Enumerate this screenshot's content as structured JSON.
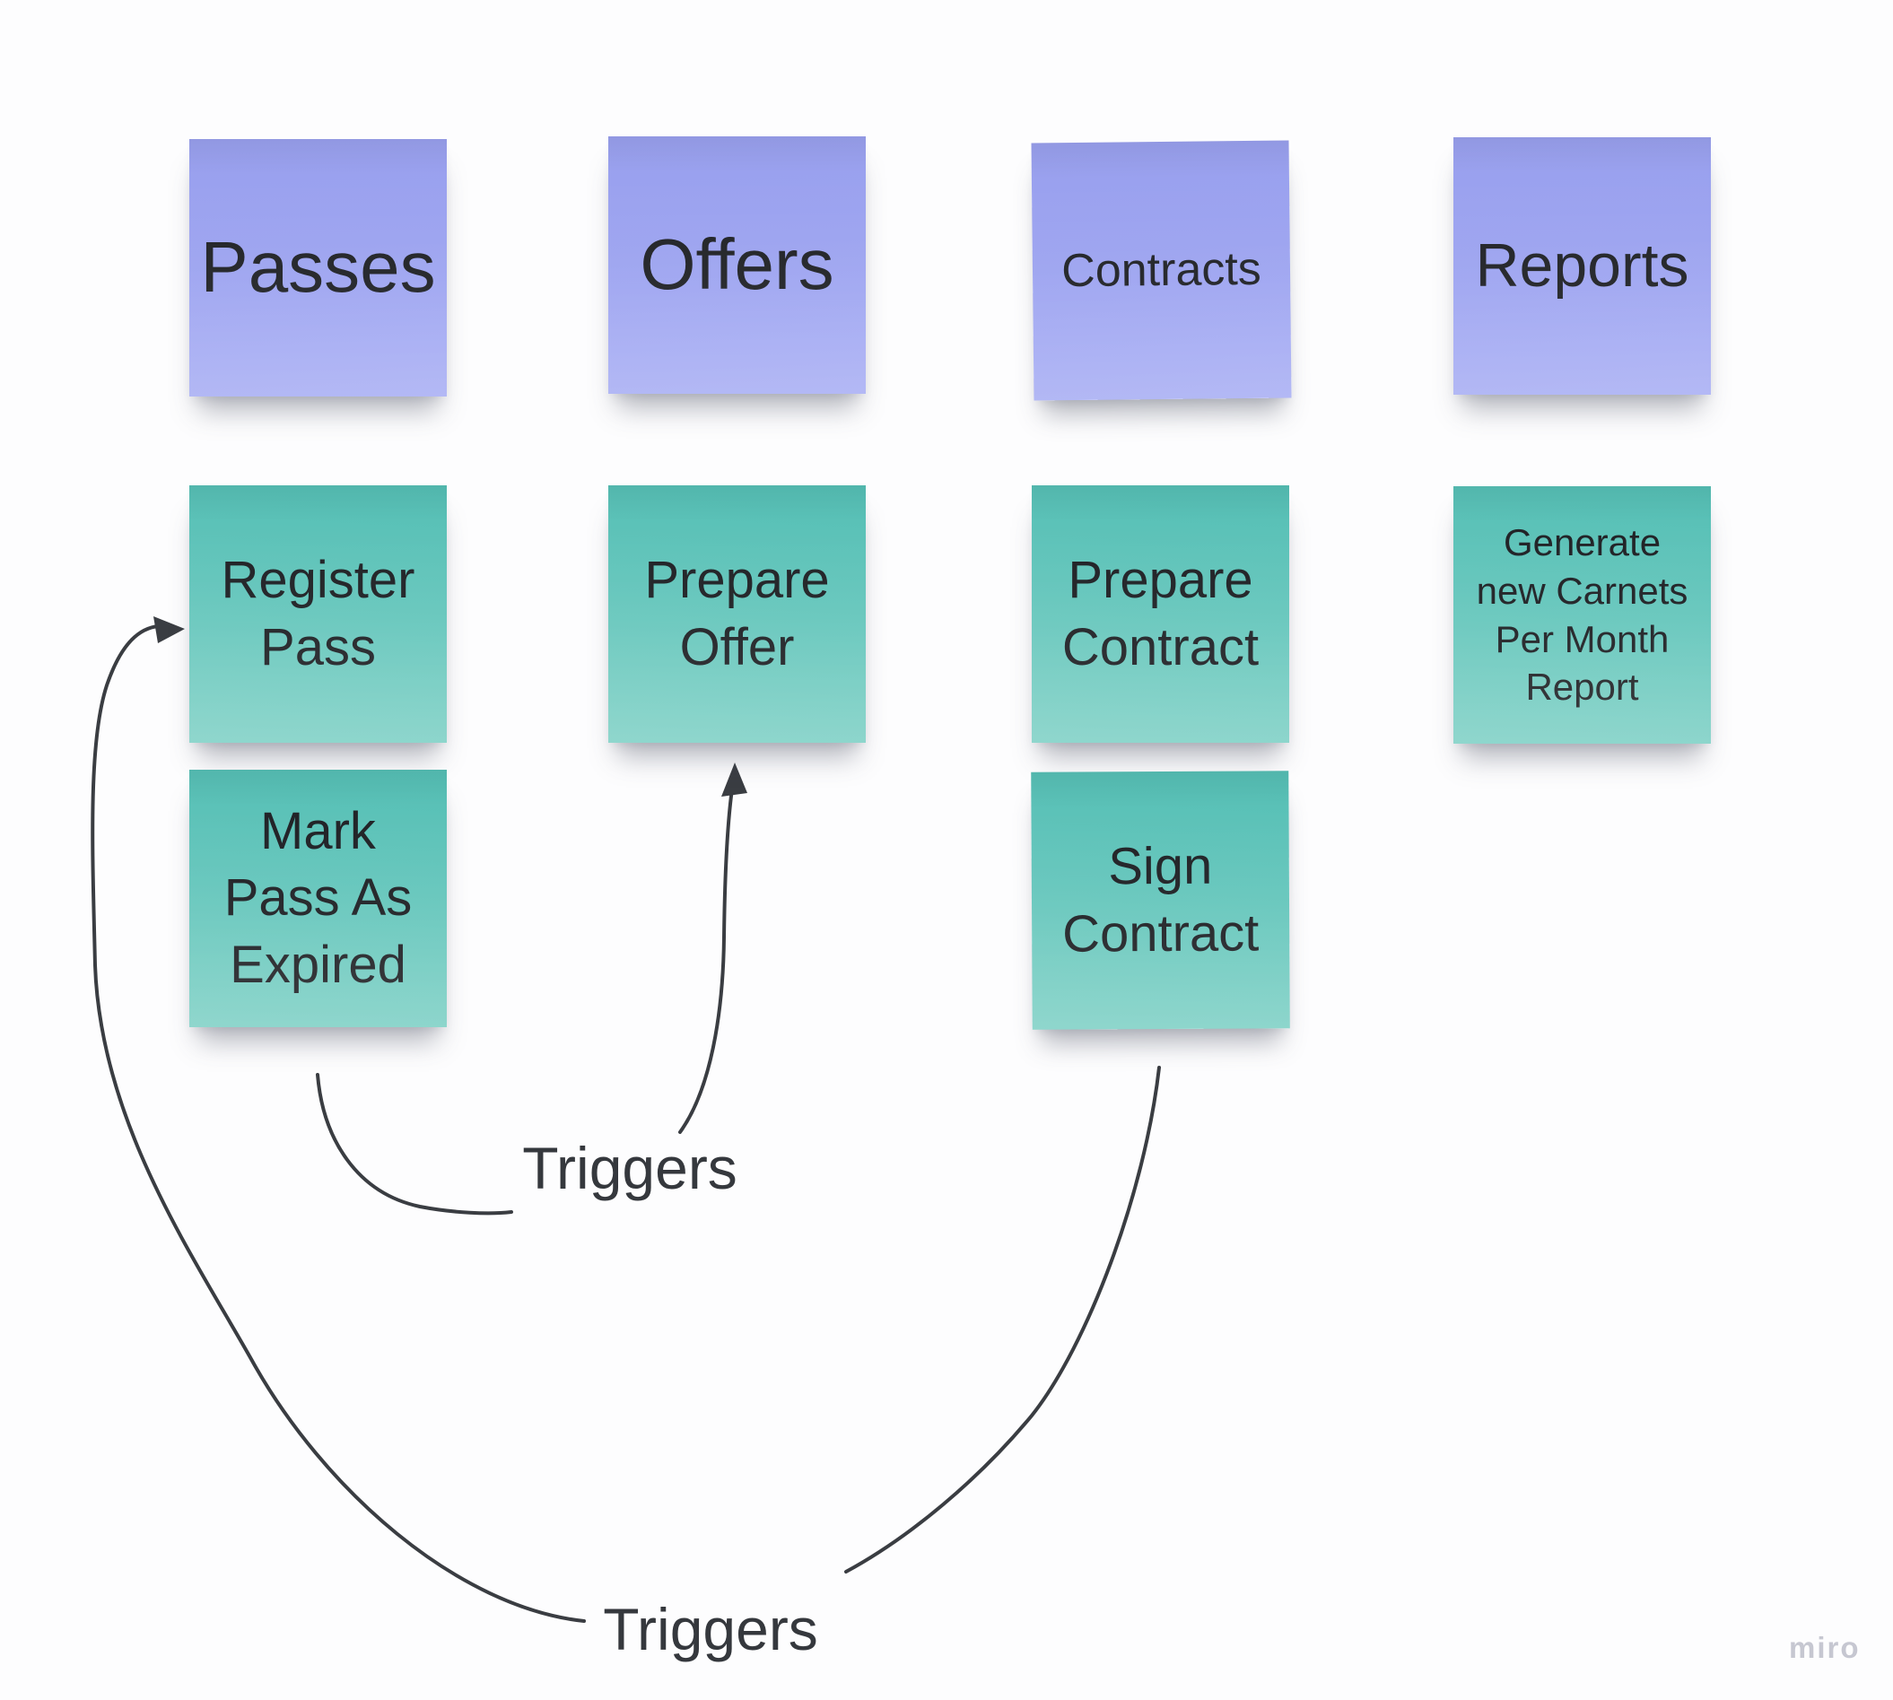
{
  "board": {
    "watermark": "miro",
    "background": "#fdfdfe",
    "note_colors": {
      "header_purple": "#9ca3f0",
      "task_teal": "#68c7bd"
    },
    "connector_color": "#3a3d42",
    "text_color": "#212327"
  },
  "columns": [
    {
      "header": "Passes",
      "cards": [
        "Register Pass",
        "Mark Pass As Expired"
      ]
    },
    {
      "header": "Offers",
      "cards": [
        "Prepare Offer"
      ]
    },
    {
      "header": "Contracts",
      "cards": [
        "Prepare Contract",
        "Sign Contract"
      ]
    },
    {
      "header": "Reports",
      "cards": [
        "Generate new Carnets Per Month Report"
      ]
    }
  ],
  "connectors": [
    {
      "label": "Triggers",
      "from": "Mark Pass As Expired",
      "to": "Prepare Offer"
    },
    {
      "label": "Triggers",
      "from": "Sign Contract",
      "to": "Register Pass"
    }
  ]
}
